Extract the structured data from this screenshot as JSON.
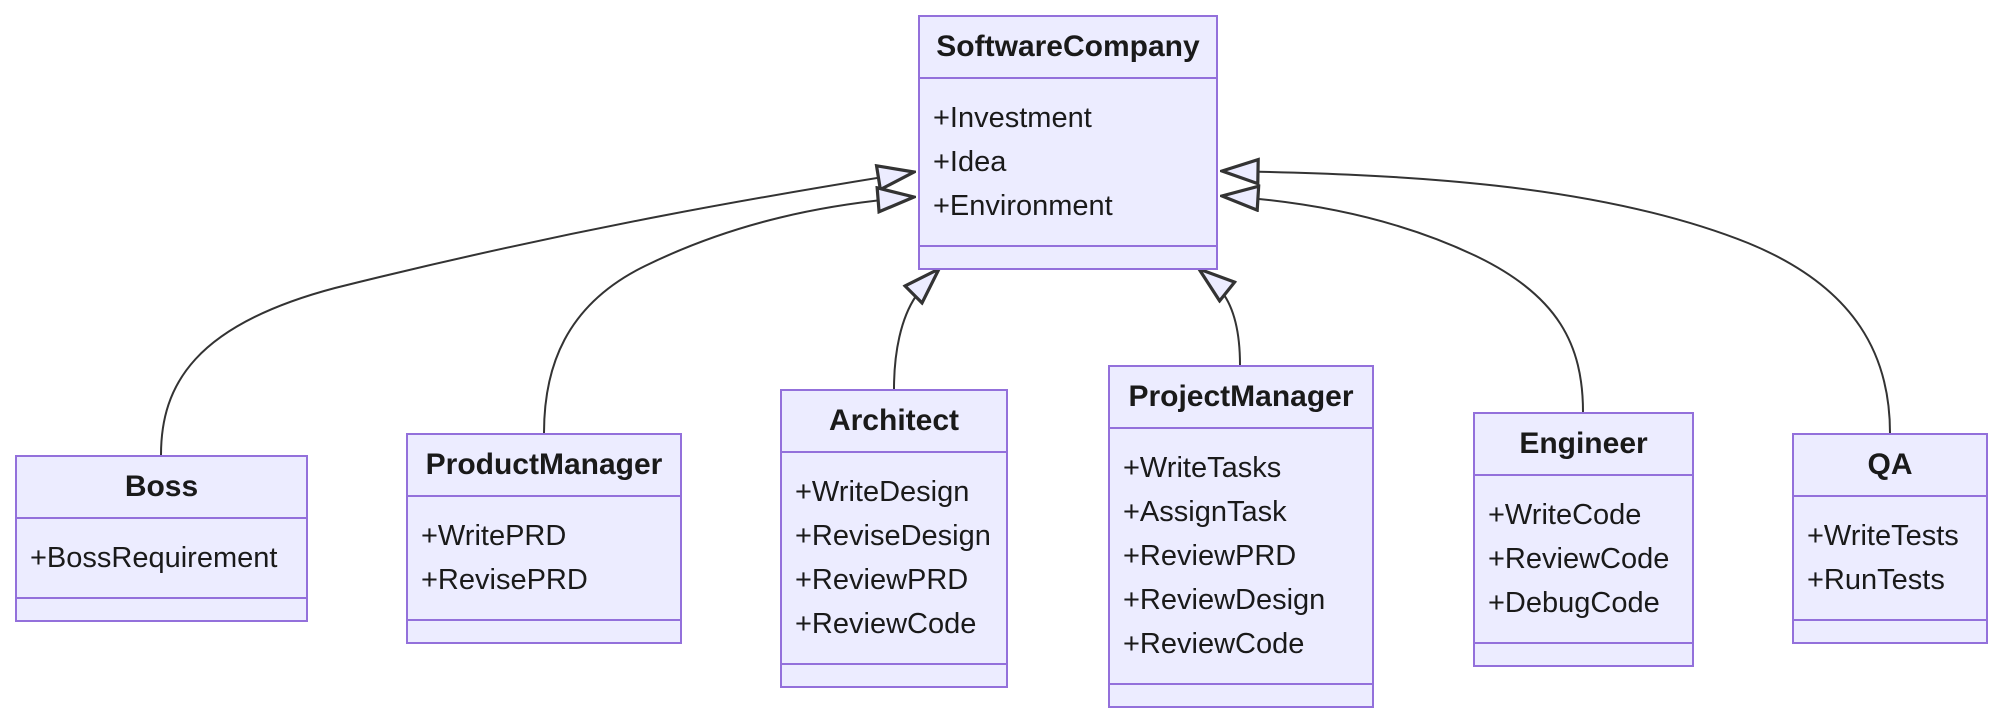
{
  "diagram": {
    "type": "uml-class-diagram",
    "classes": {
      "softwareCompany": {
        "name": "SoftwareCompany",
        "attributes": [
          "+Investment",
          "+Idea",
          "+Environment"
        ],
        "methods": []
      },
      "boss": {
        "name": "Boss",
        "attributes": [
          "+BossRequirement"
        ],
        "methods": []
      },
      "productManager": {
        "name": "ProductManager",
        "attributes": [
          "+WritePRD",
          "+RevisePRD"
        ],
        "methods": []
      },
      "architect": {
        "name": "Architect",
        "attributes": [
          "+WriteDesign",
          "+ReviseDesign",
          "+ReviewPRD",
          "+ReviewCode"
        ],
        "methods": []
      },
      "projectManager": {
        "name": "ProjectManager",
        "attributes": [
          "+WriteTasks",
          "+AssignTask",
          "+ReviewPRD",
          "+ReviewDesign",
          "+ReviewCode"
        ],
        "methods": []
      },
      "engineer": {
        "name": "Engineer",
        "attributes": [
          "+WriteCode",
          "+ReviewCode",
          "+DebugCode"
        ],
        "methods": []
      },
      "qa": {
        "name": "QA",
        "attributes": [
          "+WriteTests",
          "+RunTests"
        ],
        "methods": []
      }
    },
    "relations": [
      {
        "from": "Boss",
        "to": "SoftwareCompany",
        "type": "inheritance"
      },
      {
        "from": "ProductManager",
        "to": "SoftwareCompany",
        "type": "inheritance"
      },
      {
        "from": "Architect",
        "to": "SoftwareCompany",
        "type": "inheritance"
      },
      {
        "from": "ProjectManager",
        "to": "SoftwareCompany",
        "type": "inheritance"
      },
      {
        "from": "Engineer",
        "to": "SoftwareCompany",
        "type": "inheritance"
      },
      {
        "from": "QA",
        "to": "SoftwareCompany",
        "type": "inheritance"
      }
    ],
    "colors": {
      "class_fill": "#ECECFF",
      "class_border": "#9370DB",
      "edge_line": "#333333",
      "arrowhead_fill": "#ECECFF",
      "text": "#1a1a1a",
      "background": "#ffffff"
    }
  }
}
